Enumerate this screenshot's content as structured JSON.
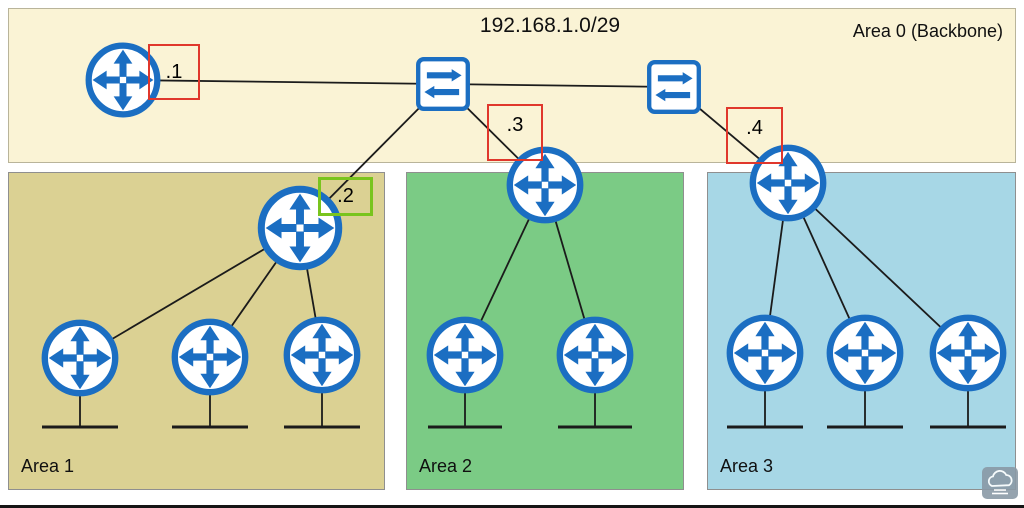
{
  "title": "192.168.1.0/29",
  "backbone": {
    "label": "Area 0 (Backbone)"
  },
  "areas": [
    {
      "label": "Area 1"
    },
    {
      "label": "Area 2"
    },
    {
      "label": "Area 3"
    }
  ],
  "interface_labels": [
    {
      "label": ".1",
      "highlight": "red"
    },
    {
      "label": ".2",
      "highlight": "green"
    },
    {
      "label": ".3",
      "highlight": "red"
    },
    {
      "label": ".4",
      "highlight": "red"
    }
  ],
  "devices": {
    "routers": 12,
    "switches": 2,
    "router_icon": "cisco-router",
    "switch_icon": "cisco-switch"
  },
  "colors": {
    "backbone_bg": "#faf3d5",
    "area1_bg": "#dbd193",
    "area2_bg": "#7bcb85",
    "area3_bg": "#a7d7e6",
    "device_blue": "#1b6ec2",
    "highlight_red": "#e0372c",
    "highlight_green": "#79c41d",
    "line_color": "#1b1b1b"
  }
}
